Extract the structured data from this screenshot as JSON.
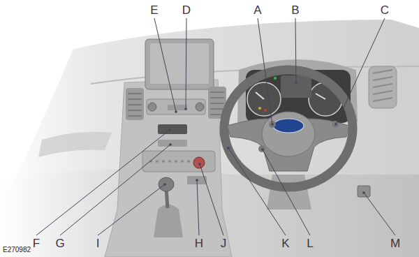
{
  "diagram": {
    "labels": [
      "E",
      "D",
      "A",
      "B",
      "C",
      "F",
      "G",
      "I",
      "H",
      "J",
      "K",
      "L",
      "M",
      "E270982"
    ]
  }
}
